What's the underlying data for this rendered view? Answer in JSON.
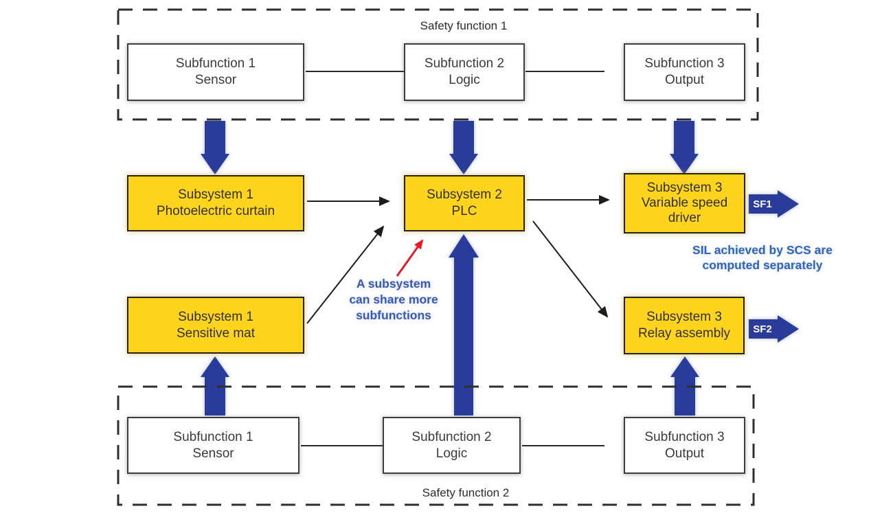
{
  "diagram": {
    "safety_function_1": {
      "label": "Safety function 1",
      "subfunctions": [
        {
          "line1": "Subfunction 1",
          "line2": "Sensor"
        },
        {
          "line1": "Subfunction 2",
          "line2": "Logic"
        },
        {
          "line1": "Subfunction 3",
          "line2": "Output"
        }
      ]
    },
    "safety_function_2": {
      "label": "Safety function 2",
      "subfunctions": [
        {
          "line1": "Subfunction 1",
          "line2": "Sensor"
        },
        {
          "line1": "Subfunction 2",
          "line2": "Logic"
        },
        {
          "line1": "Subfunction 3",
          "line2": "Output"
        }
      ]
    },
    "subsystems": [
      {
        "line1": "Subsystem 1",
        "line2": "Photoelectric curtain"
      },
      {
        "line1": "Subsystem 2",
        "line2": "PLC"
      },
      {
        "line1": "Subsystem 3",
        "line2": "Variable speed driver"
      },
      {
        "line1": "Subsystem 1",
        "line2": "Sensitive mat"
      },
      {
        "line1": "Subsystem 3",
        "line2": "Relay assembly"
      }
    ],
    "annotations": {
      "share_note": {
        "line1": "A subsystem",
        "line2": "can share more",
        "line3": "subfunctions"
      },
      "sil_note": {
        "line1": "SIL achieved by SCS are",
        "line2": "computed separately"
      }
    },
    "output_flows": [
      {
        "label": "SF1"
      },
      {
        "label": "SF2"
      }
    ],
    "colors": {
      "subsystem_fill": "#ffd41c",
      "subsystem_border": "#23231a",
      "subfunction_fill": "#ffffff",
      "subfunction_border": "#3c3c3c",
      "flow_arrow_blue": "#2b3b99",
      "annotation_red": "#e51b28",
      "note_blue": "#3a57b8",
      "sil_note_blue": "#2d64b8",
      "dashed_border": "#2d2d2d",
      "connector_black": "#1c1c1c"
    }
  }
}
